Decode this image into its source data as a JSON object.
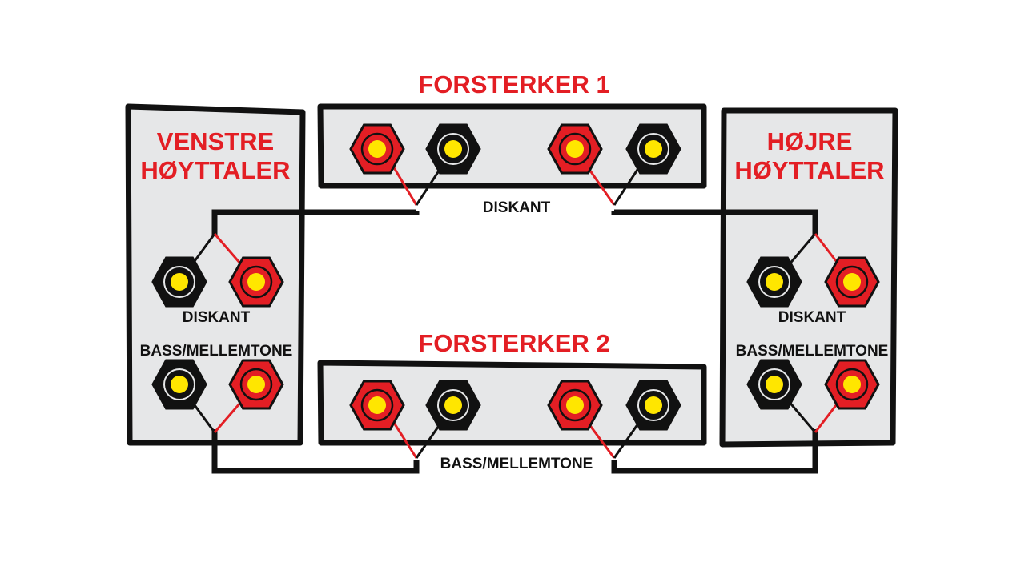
{
  "amplifier_1": {
    "title": "FORSTERKER 1",
    "section_label": "DISKANT"
  },
  "amplifier_2": {
    "title": "FORSTERKER 2",
    "section_label": "BASS/MELLEMTONE"
  },
  "left_speaker": {
    "title_line1": "VENSTRE",
    "title_line2": "HØYTTALER",
    "tweeter_label": "DISKANT",
    "woofer_label": "BASS/MELLEMTONE"
  },
  "right_speaker": {
    "title_line1": "HØJRE",
    "title_line2": "HØYTTALER",
    "tweeter_label": "DISKANT",
    "woofer_label": "BASS/MELLEMTONE"
  },
  "colors": {
    "panel_fill": "#e6e7e8",
    "outline": "#111111",
    "terminal_positive": "#e31e24",
    "terminal_negative": "#111111",
    "terminal_center": "#ffe600",
    "wire_positive": "#e31e24",
    "wire_negative": "#111111",
    "title": "#e31e24"
  },
  "icons": {
    "positive_terminal": "red-hexagon-terminal-icon",
    "negative_terminal": "black-hexagon-terminal-icon"
  }
}
